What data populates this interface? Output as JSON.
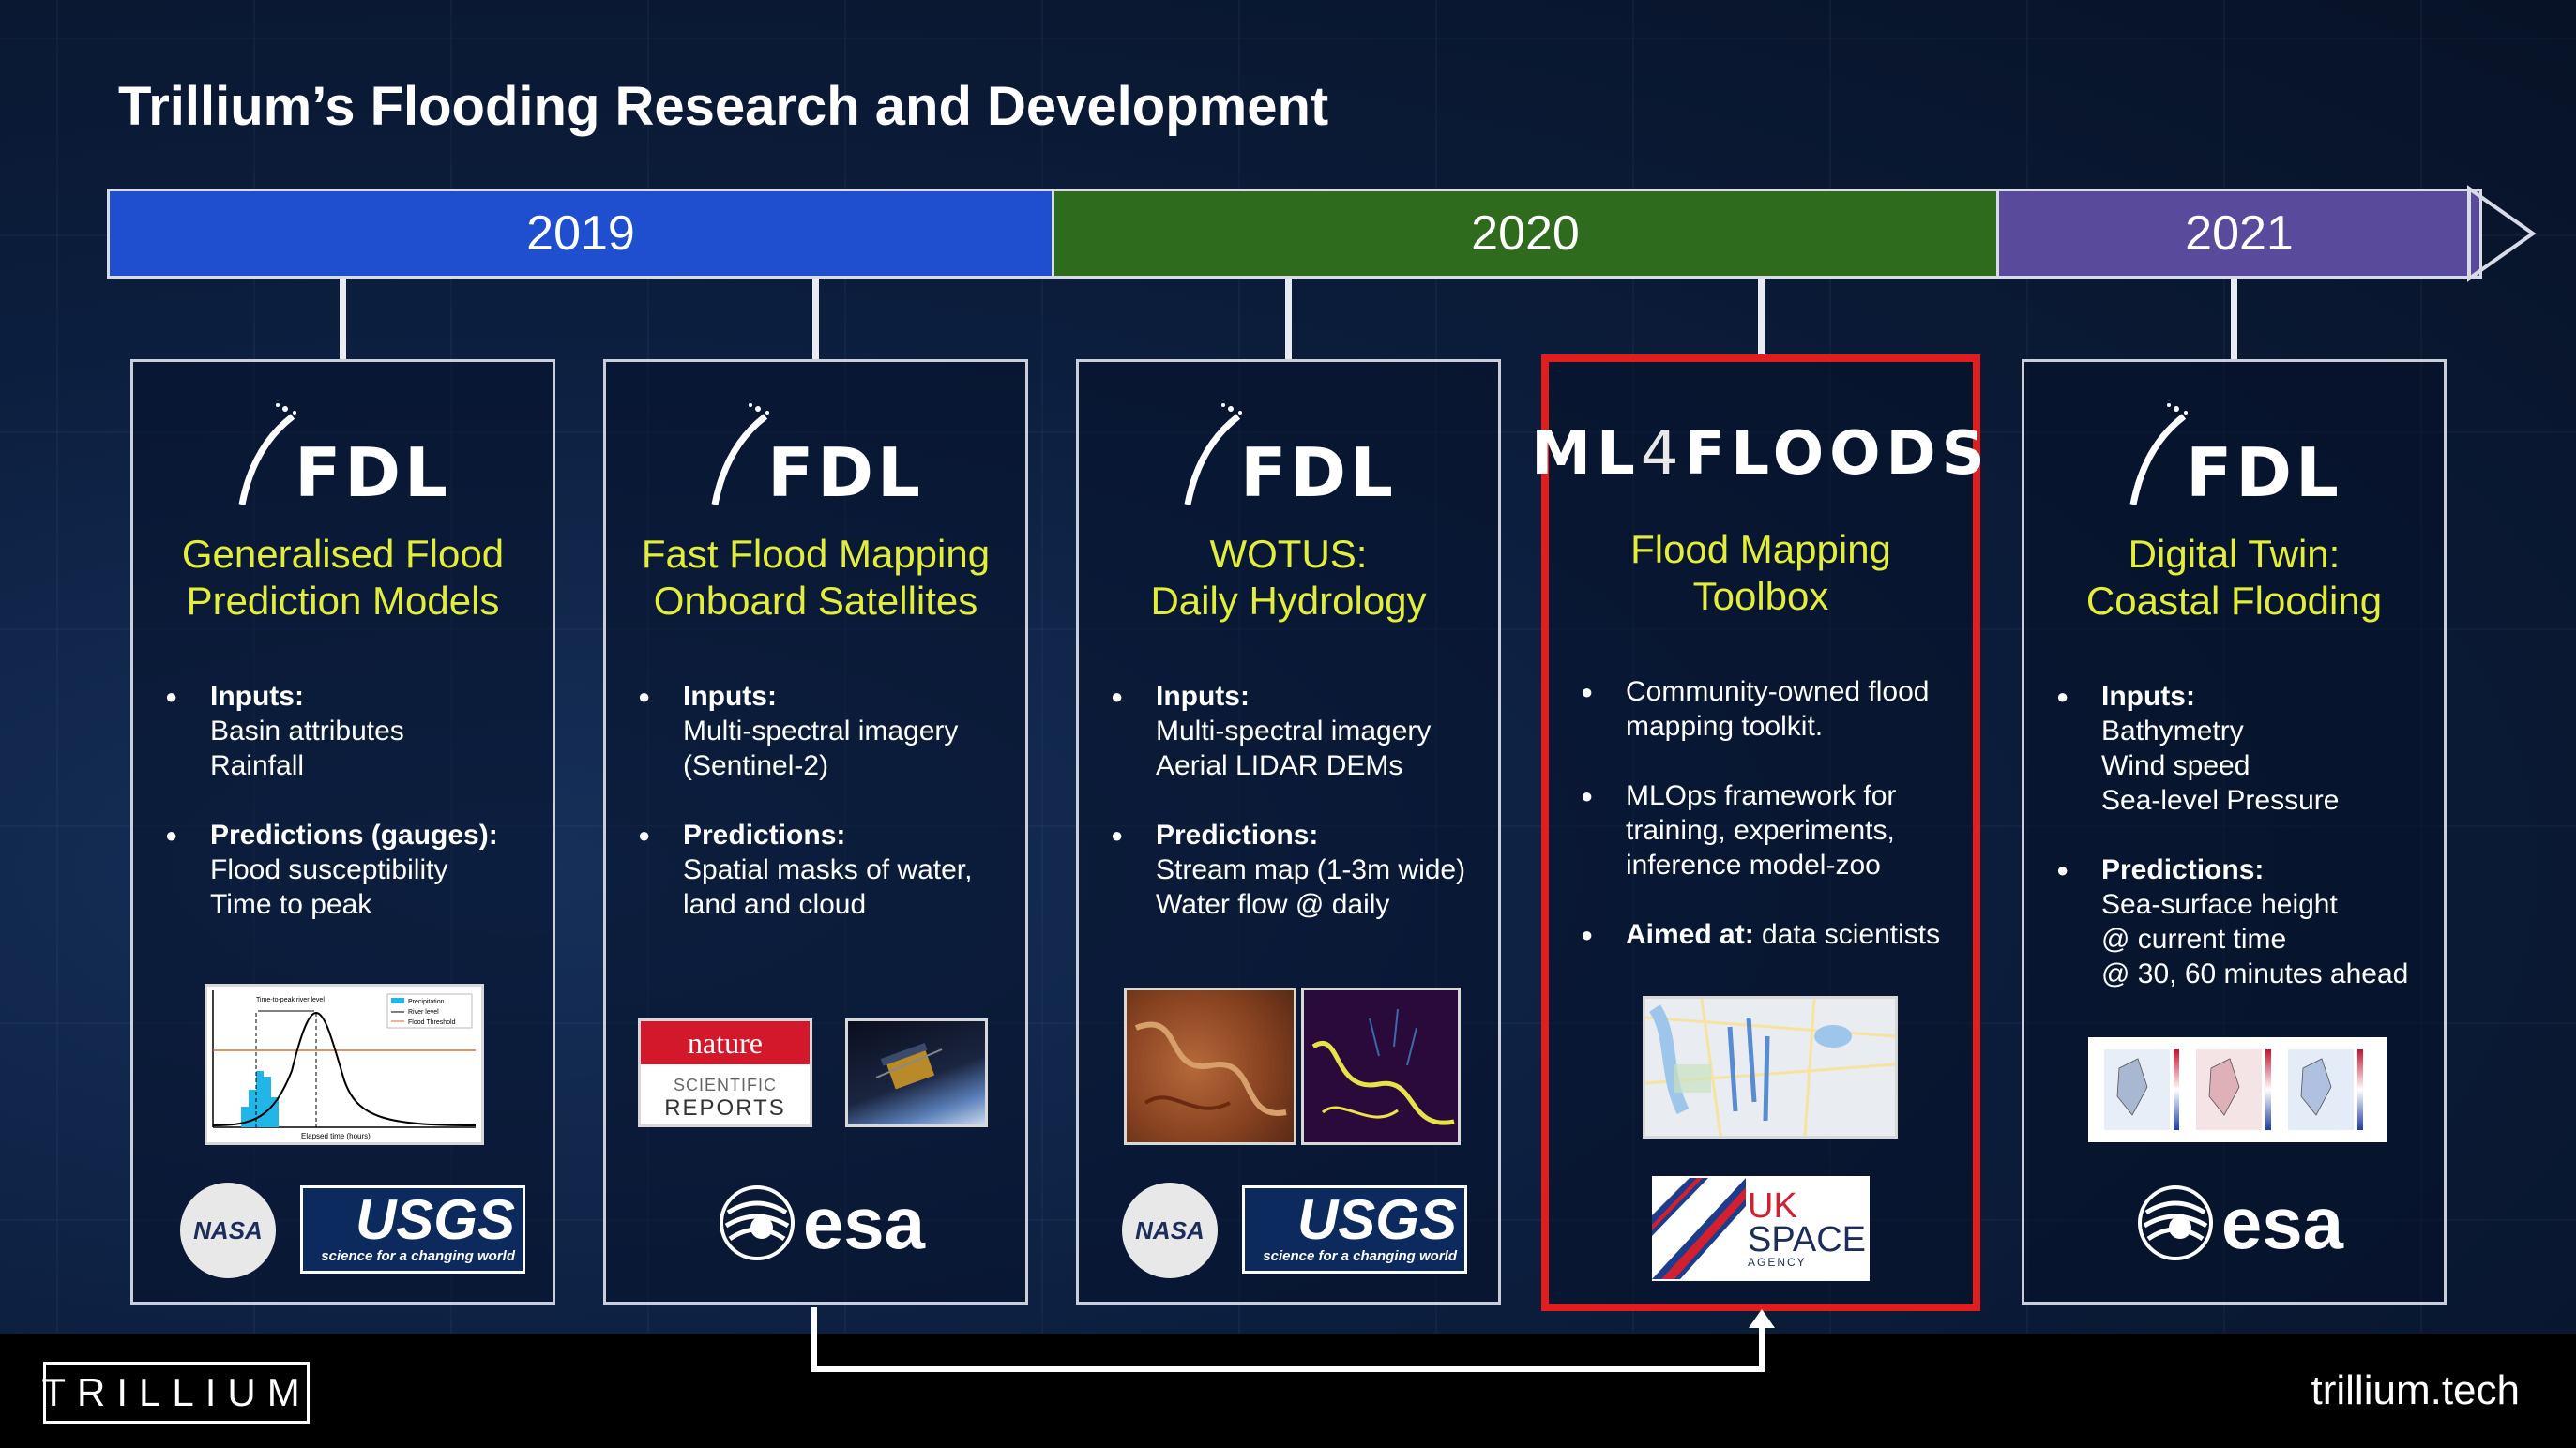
{
  "title": "Trillium’s Flooding Research and Development",
  "timeline": {
    "years": [
      "2019",
      "2020",
      "2021"
    ]
  },
  "cards": [
    {
      "logo": "FDL",
      "title_lines": [
        "Generalised Flood",
        "Prediction Models"
      ],
      "bullets": [
        {
          "head": "Inputs:",
          "lines": [
            "Basin attributes",
            "Rainfall"
          ]
        },
        {
          "head": "Predictions (gauges):",
          "lines": [
            "Flood susceptibility",
            "Time to peak"
          ]
        }
      ],
      "chart": {
        "legend": [
          "Precipitation",
          "River level",
          "Flood Threshold"
        ],
        "annotation": "Time-to-peak river level",
        "xlabel": "Elapsed time (hours)"
      },
      "partners": [
        "NASA",
        "USGS",
        "science for a changing world"
      ]
    },
    {
      "logo": "FDL",
      "title_lines": [
        "Fast Flood Mapping",
        "Onboard Satellites"
      ],
      "bullets": [
        {
          "head": "Inputs:",
          "lines": [
            "Multi-spectral imagery",
            "(Sentinel-2)"
          ]
        },
        {
          "head": "Predictions:",
          "lines": [
            "Spatial masks of water,",
            "land and cloud"
          ]
        }
      ],
      "journal": {
        "name": "nature",
        "sub1": "SCIENTIFIC",
        "sub2": "REPORTS"
      },
      "partners": [
        "esa"
      ]
    },
    {
      "logo": "FDL",
      "title_lines": [
        "WOTUS:",
        "Daily Hydrology"
      ],
      "bullets": [
        {
          "head": "Inputs:",
          "lines": [
            "Multi-spectral imagery",
            "Aerial LIDAR DEMs"
          ]
        },
        {
          "head": "Predictions:",
          "lines": [
            "Stream map (1-3m wide)",
            "Water flow @ daily"
          ]
        }
      ],
      "partners": [
        "NASA",
        "USGS",
        "science for a changing world"
      ]
    },
    {
      "logo_main": "ML",
      "logo_four": "4",
      "logo_end": "FLOODS",
      "title_lines": [
        "Flood Mapping",
        "Toolbox"
      ],
      "bullets": [
        {
          "lines": [
            "Community-owned flood",
            "mapping toolkit."
          ]
        },
        {
          "lines": [
            "MLOps framework for",
            "training, experiments,",
            "inference model-zoo"
          ]
        },
        {
          "bold": "Aimed at:",
          "rest": " data scientists"
        }
      ],
      "partners": [
        "UK",
        "SPACE",
        "AGENCY"
      ]
    },
    {
      "logo": "FDL",
      "title_lines": [
        "Digital Twin:",
        "Coastal Flooding"
      ],
      "bullets": [
        {
          "head": "Inputs:",
          "lines": [
            "Bathymetry",
            "Wind speed",
            "Sea-level Pressure"
          ]
        },
        {
          "head": "Predictions:",
          "lines": [
            "Sea-surface height",
            "@ current time",
            "@ 30, 60 minutes ahead"
          ]
        }
      ],
      "partners": [
        "esa"
      ]
    }
  ],
  "footer": {
    "brand": "TRILLIUM",
    "url": "trillium.tech"
  },
  "colors": {
    "year_2019": "#1f4fcf",
    "year_2020": "#2e6b1c",
    "year_2021": "#5a4a9c",
    "card_title": "#e2ee3a",
    "highlight_border": "#e21d1d"
  }
}
